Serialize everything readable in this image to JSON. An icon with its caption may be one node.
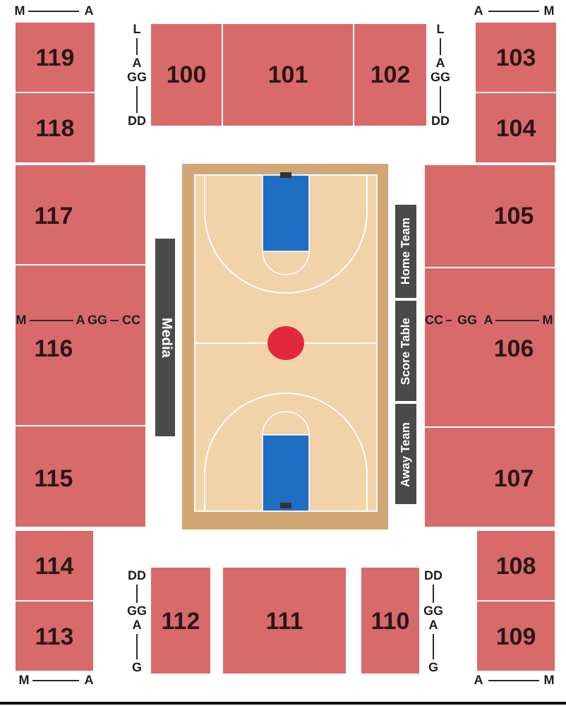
{
  "diagram": {
    "nodes": [
      {
        "text": [
          "119"
        ],
        "beside": [
          "M",
          "A"
        ]
      },
      {
        "text": [
          "100"
        ],
        "beside": [
          "L",
          "A",
          "GG",
          "DD"
        ]
      },
      {
        "text": [
          "101"
        ]
      },
      {
        "text": [
          "102"
        ],
        "beside": [
          "L",
          "A",
          "GG",
          "DD"
        ]
      },
      {
        "text": [
          "103"
        ],
        "beside": [
          "A",
          "M"
        ]
      },
      {
        "text": [
          "118"
        ]
      },
      {
        "text": [
          "104"
        ]
      },
      {
        "text": [
          "117"
        ]
      },
      {
        "text": [
          "105"
        ]
      },
      {
        "text": [
          "Home Team"
        ]
      },
      {
        "text": [
          "Media"
        ]
      },
      {
        "text": [
          "116"
        ]
      },
      {
        "text": [
          "Score Table"
        ]
      },
      {
        "text": [
          "106"
        ]
      },
      {
        "text": [
          "Away Team"
        ]
      },
      {
        "text": [
          "115"
        ]
      },
      {
        "text": [
          "107"
        ]
      },
      {
        "text": [
          "114"
        ]
      },
      {
        "text": [
          "108"
        ]
      },
      {
        "text": [
          "112"
        ],
        "beside": [
          "DD",
          "GG",
          "A",
          "G"
        ]
      },
      {
        "text": [
          "111"
        ]
      },
      {
        "text": [
          "110"
        ],
        "beside": [
          "DD",
          "GG",
          "A",
          "G"
        ]
      },
      {
        "text": [
          "113"
        ],
        "beside": [
          "M",
          "A"
        ]
      },
      {
        "text": [
          "109"
        ],
        "beside": [
          "A",
          "M"
        ]
      }
    ],
    "labels": [
      "M",
      "A",
      "GG",
      "CC",
      "CC",
      "GG",
      "A",
      "M"
    ]
  }
}
